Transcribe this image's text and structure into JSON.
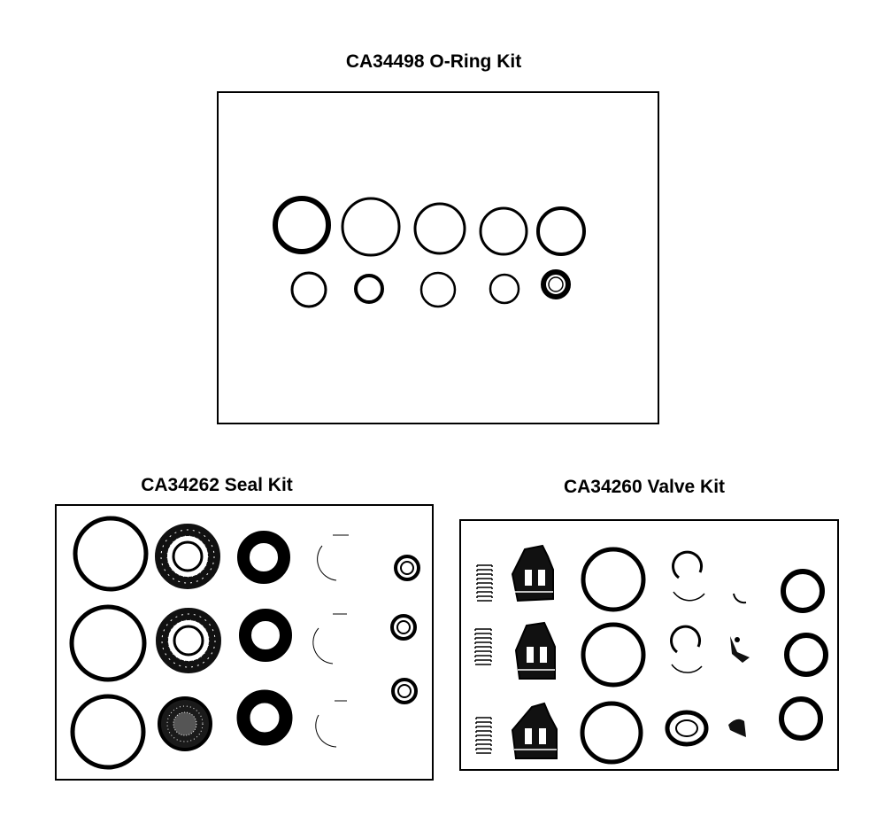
{
  "kits": [
    {
      "id": "oring",
      "title": "CA34498 O-Ring Kit"
    },
    {
      "id": "seal",
      "title": "CA34262 Seal Kit"
    },
    {
      "id": "valve",
      "title": "CA34260 Valve Kit"
    }
  ],
  "colors": {
    "ink": "#000000",
    "paper": "#ffffff",
    "dense_texture": "#1a1a1a"
  }
}
